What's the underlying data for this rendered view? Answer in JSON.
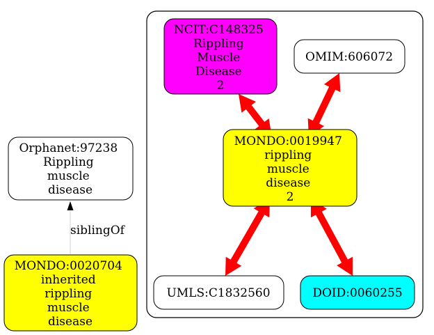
{
  "colors": {
    "yellow": "#ffff00",
    "magenta": "#ff00ff",
    "cyan": "#00ffff",
    "white": "#ffffff",
    "edge_red": "#ff0000",
    "edge_gray": "#d3d3d3"
  },
  "nodes": {
    "ncit": {
      "lines": [
        "NCIT:C148325",
        "Rippling",
        "Muscle",
        "Disease",
        "2"
      ],
      "fill": "magenta"
    },
    "omim": {
      "lines": [
        "OMIM:606072"
      ],
      "fill": "white"
    },
    "mondo_0019947": {
      "lines": [
        "MONDO:0019947",
        "rippling",
        "muscle",
        "disease",
        "2"
      ],
      "fill": "yellow"
    },
    "umls": {
      "lines": [
        "UMLS:C1832560"
      ],
      "fill": "white"
    },
    "doid": {
      "lines": [
        "DOID:0060255"
      ],
      "fill": "cyan"
    },
    "orphanet": {
      "lines": [
        "Orphanet:97238",
        "Rippling",
        "muscle",
        "disease"
      ],
      "fill": "white"
    },
    "mondo_0020704": {
      "lines": [
        "MONDO:0020704",
        "inherited",
        "rippling",
        "muscle",
        "disease"
      ],
      "fill": "yellow"
    }
  },
  "edges": {
    "sibling_label": "siblingOf"
  }
}
